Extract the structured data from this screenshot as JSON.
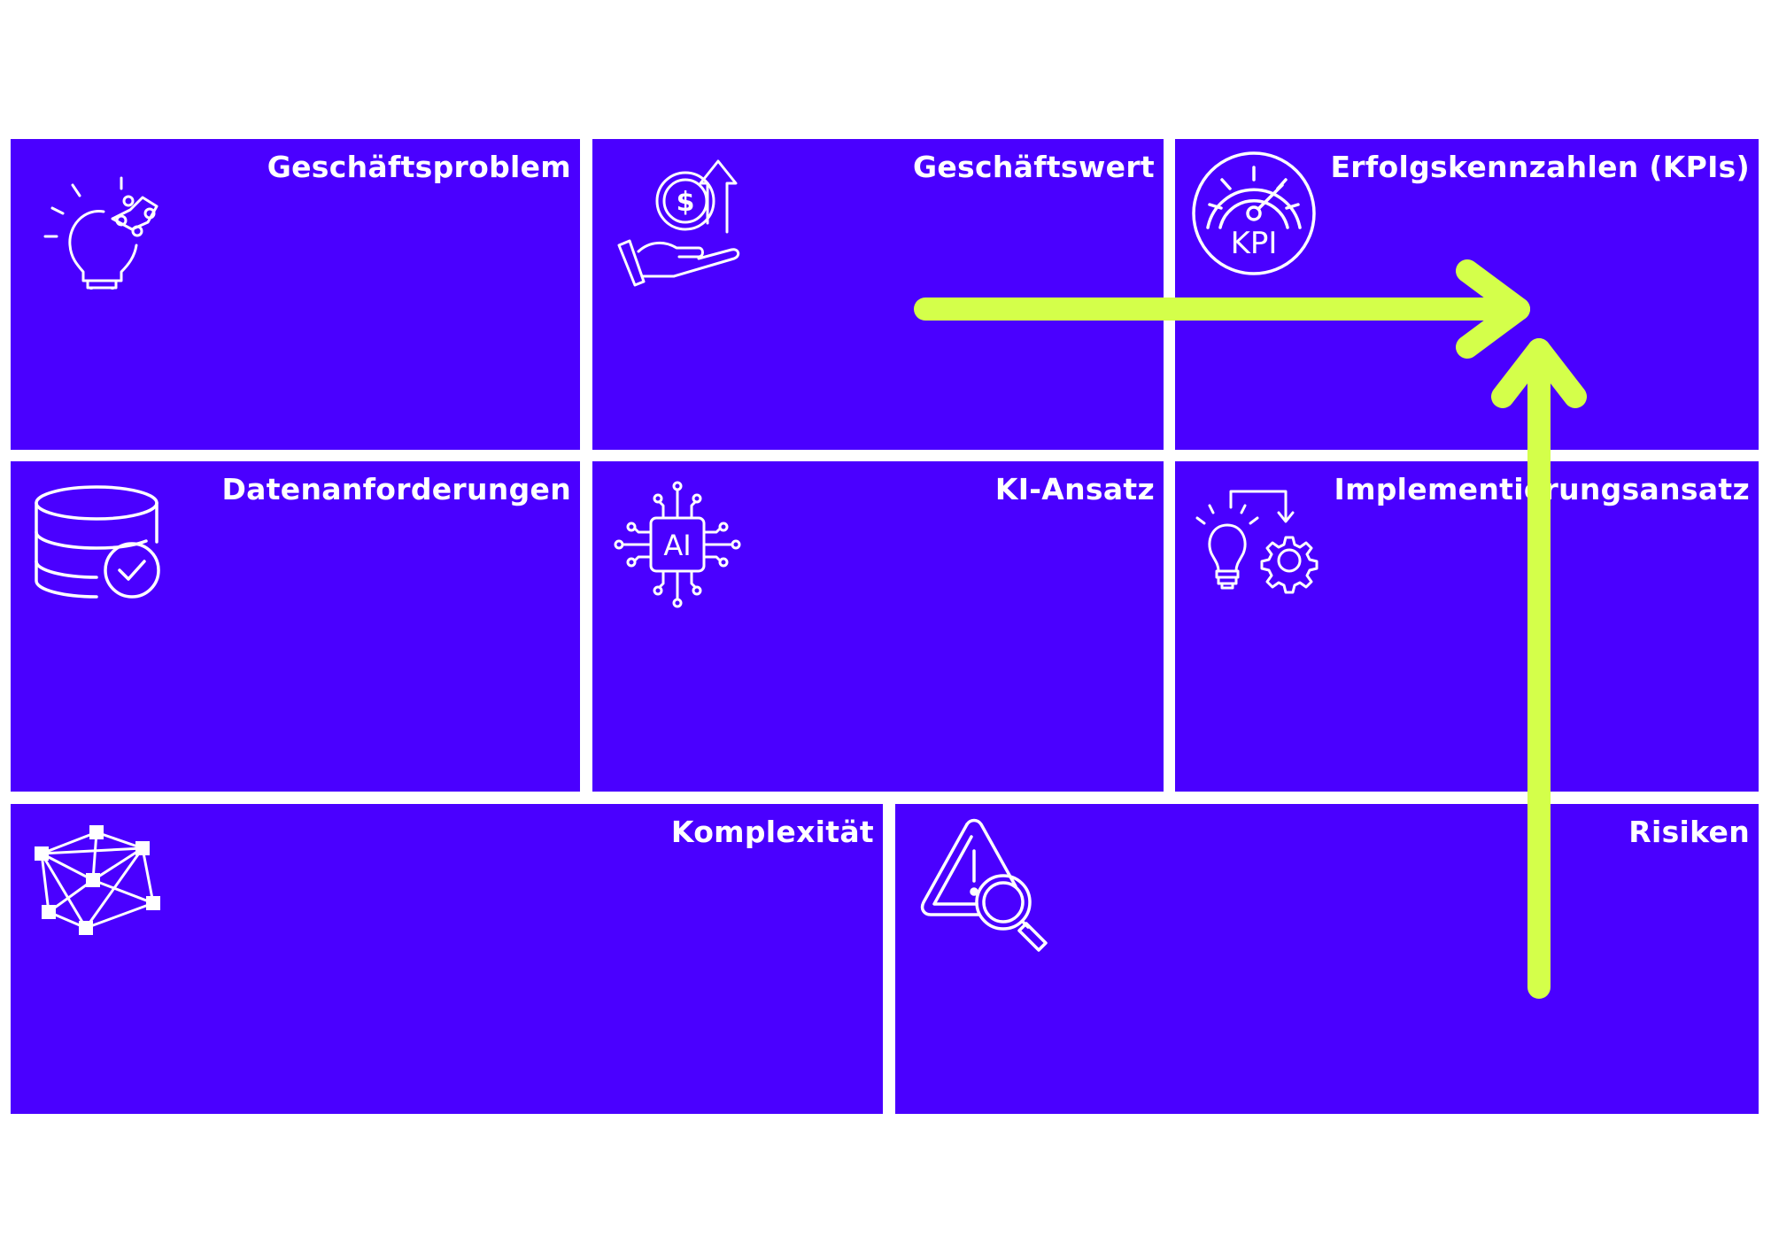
{
  "colors": {
    "panel": "#4A00FF",
    "arrow": "#D4FF4A",
    "icon": "#FFFFFF",
    "background": "#FFFFFF"
  },
  "panels": [
    {
      "id": "geschaeftsproblem",
      "title": "Geschäftsproblem",
      "icon": "lightbulb-puzzle-icon"
    },
    {
      "id": "geschaeftswert",
      "title": "Geschäftswert",
      "icon": "hand-money-growth-icon"
    },
    {
      "id": "kpis",
      "title": "Erfolgskennzahlen (KPIs)",
      "icon": "kpi-gauge-icon",
      "icon_text": "KPI"
    },
    {
      "id": "datenanforderungen",
      "title": "Datenanforderungen",
      "icon": "database-check-icon"
    },
    {
      "id": "ki-ansatz",
      "title": "KI-Ansatz",
      "icon": "ai-chip-icon",
      "icon_text": "AI"
    },
    {
      "id": "implementierung",
      "title": "Implementierungsansatz",
      "icon": "lightbulb-gear-icon"
    },
    {
      "id": "komplexitaet",
      "title": "Komplexität",
      "icon": "network-nodes-icon"
    },
    {
      "id": "risiken",
      "title": "Risiken",
      "icon": "warning-magnifier-icon"
    }
  ],
  "arrows": [
    {
      "id": "arrow-wert-to-kpis",
      "from": "Geschäftswert",
      "to": "Erfolgskennzahlen (KPIs)"
    },
    {
      "id": "arrow-risiken-to-kpis",
      "from": "Risiken",
      "to": "Erfolgskennzahlen (KPIs)"
    }
  ]
}
